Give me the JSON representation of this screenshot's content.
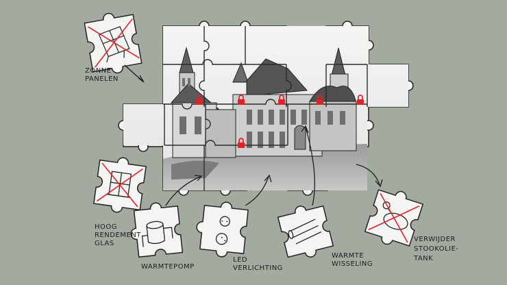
{
  "labels": {
    "zonnepanelen_line1": "ZONNE",
    "zonnepanelen_line2": "PANELEN",
    "glas_line1": "HOOG",
    "glas_line2": "RENDEMENT",
    "glas_line3": "GLAS",
    "warmtepomp": "WARMTEPOMP",
    "led_line1": "LED",
    "led_line2": "VERLICHTING",
    "warmte_line1": "WARMTE",
    "warmte_line2": "WISSELING",
    "stookolie_line1": "VERWIJDER",
    "stookolie_line2": "STOOKOLIE-",
    "stookolie_line3": "TANK"
  },
  "icons": {
    "lock": "padlock-icon",
    "solar": "solar-panel-icon",
    "window": "window-icon",
    "heat_pump": "heat-pump-icon",
    "led": "led-bulb-icon",
    "heat_exchanger": "heat-exchanger-icon",
    "oil_tank": "oil-tank-icon"
  },
  "colors": {
    "background": "#a3aa9f",
    "lock": "#e0232b",
    "cross": "#e0232b",
    "piece": "#f4f4f2",
    "ink": "#1d1d1d"
  }
}
